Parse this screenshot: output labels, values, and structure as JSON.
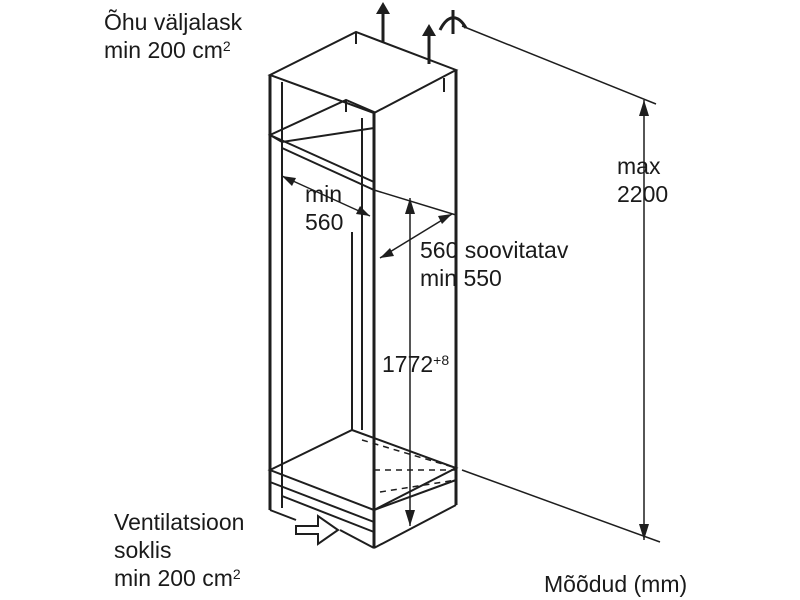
{
  "labels": {
    "air_outlet_line1": "Õhu väljalask",
    "air_outlet_line2": "min 200 cm",
    "air_outlet_sup": "2",
    "max_line1": "max",
    "max_line2": "2200",
    "width_min_line1": "min",
    "width_min_line2": "560",
    "depth_line1": "560 soovitatav",
    "depth_line2": "min 550",
    "height_value": "1772",
    "height_sup": "+8",
    "vent_line1": "Ventilatsioon",
    "vent_line2": "soklis",
    "vent_line3": "min 200 cm",
    "vent_sup": "2",
    "units": "Mõõdud (mm)"
  }
}
